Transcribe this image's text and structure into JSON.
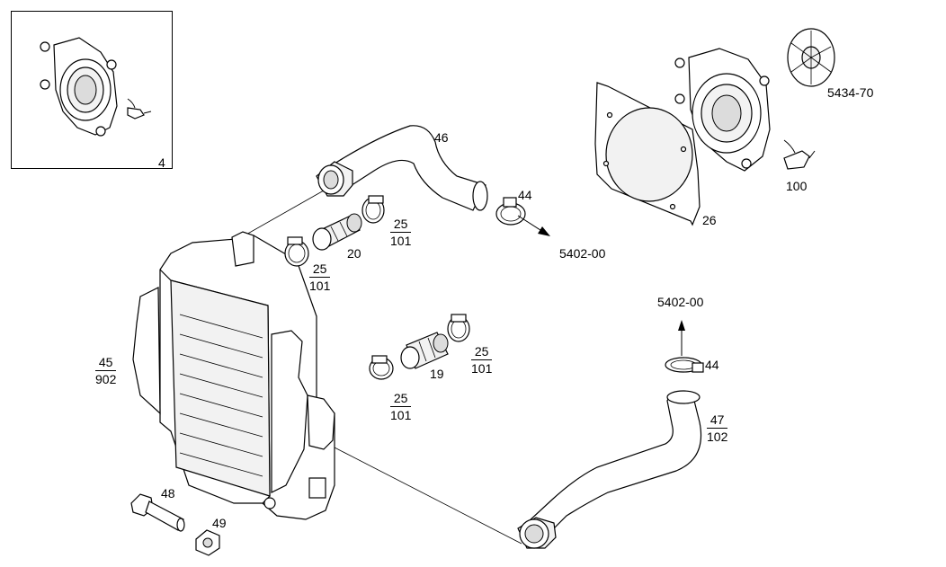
{
  "inset": {
    "ref": "4"
  },
  "labels": {
    "hose_upper": "46",
    "clamp_upper": "44",
    "ref_upper": "5402-00",
    "sleeve_upper": "20",
    "fan": "5434-70",
    "sensor": "100",
    "shroud": "26",
    "ref_lower": "5402-00",
    "clamp_lower": "44",
    "sleeve_lower": "19",
    "bolt": "48",
    "nut": "49"
  },
  "fractions": {
    "clamp_a": {
      "num": "25",
      "den": "101"
    },
    "clamp_b": {
      "num": "25",
      "den": "101"
    },
    "clamp_c": {
      "num": "25",
      "den": "101"
    },
    "clamp_d": {
      "num": "25",
      "den": "101"
    },
    "intercooler": {
      "num": "45",
      "den": "902"
    },
    "hose_lower": {
      "num": "47",
      "den": "102"
    }
  },
  "colors": {
    "line": "#000000",
    "fill": "#ffffff",
    "shade": "#dcdcdc"
  }
}
